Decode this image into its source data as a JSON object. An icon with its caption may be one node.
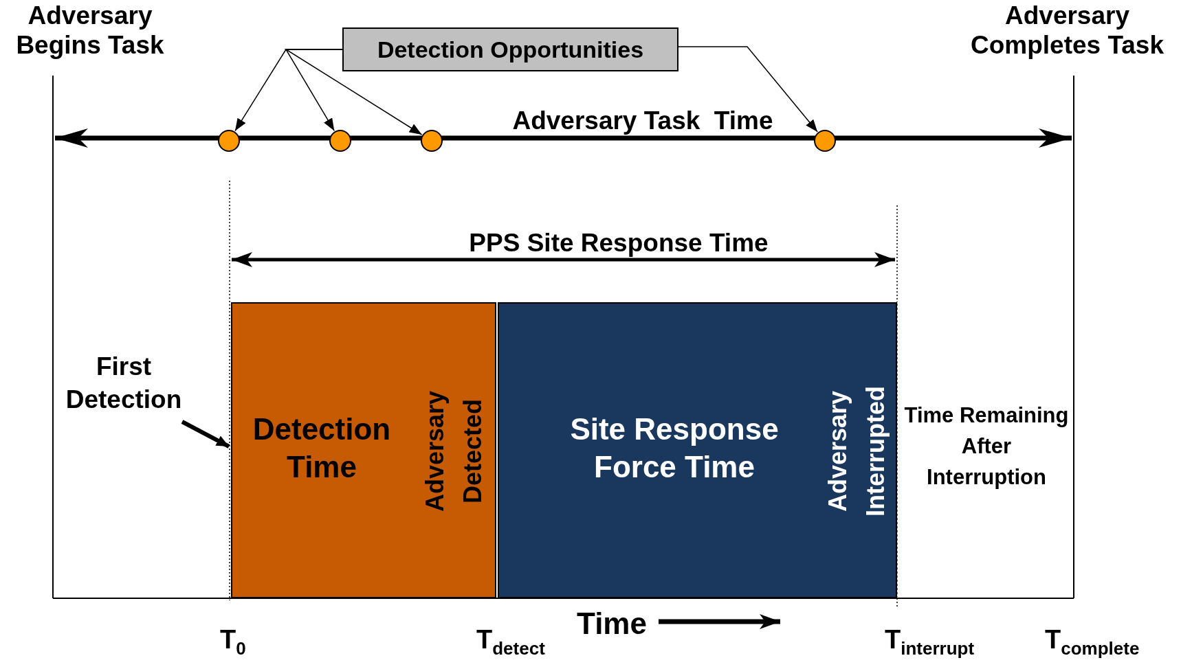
{
  "diagram": {
    "nodes": [
      {
        "text": [
          "Detection Opportunities"
        ]
      },
      {
        "text": [],
        "shape": "circle"
      },
      {
        "text": [],
        "shape": "circle"
      },
      {
        "text": [],
        "shape": "circle"
      },
      {
        "text": [],
        "shape": "circle"
      },
      {
        "text": [
          "Detection Time",
          "Adversary Detected"
        ]
      },
      {
        "text": [
          "Site Response Force Time",
          "Adversary Interrupted"
        ]
      },
      {
        "text": [
          "First Detection"
        ]
      }
    ],
    "edges": [
      {
        "from": 0,
        "to": 1,
        "arrow": "to"
      },
      {
        "from": 0,
        "to": 2,
        "arrow": "to"
      },
      {
        "from": 0,
        "to": 3,
        "arrow": "to"
      },
      {
        "from": 0,
        "to": 4,
        "arrow": "to"
      },
      {
        "from": 7,
        "to": 5,
        "arrow": "to",
        "style": "thick"
      }
    ],
    "labels": [
      "Adversary Begins Task",
      "Adversary Completes Task",
      "Adversary Task  Time",
      "PPS Site Response Time",
      "Time Remaining After Interruption",
      "Time",
      "T$_{0}$",
      "T$_{detect}$",
      "T$_{interrupt}$",
      "T$_{complete}$"
    ]
  }
}
